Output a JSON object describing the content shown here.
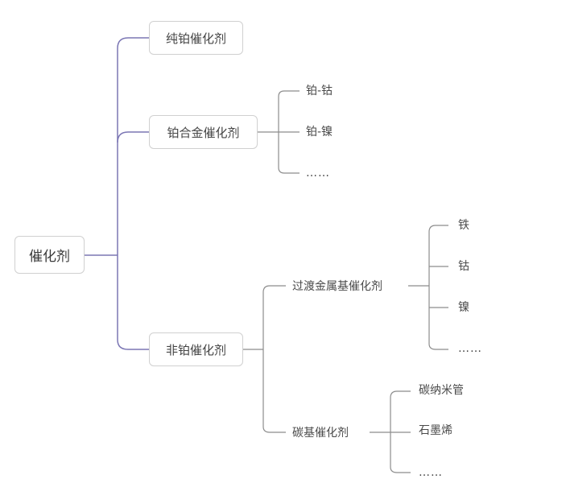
{
  "root": {
    "label": "催化剂"
  },
  "pure_pt": {
    "label": "纯铂催化剂"
  },
  "pt_alloy": {
    "label": "铂合金催化剂",
    "children": [
      "铂-钴",
      "铂-镍",
      "……"
    ]
  },
  "non_pt": {
    "label": "非铂催化剂",
    "transition_metal": {
      "label": "过渡金属基催化剂",
      "children": [
        "铁",
        "钴",
        "镍",
        "……"
      ]
    },
    "carbon": {
      "label": "碳基催化剂",
      "children": [
        "碳纳米管",
        "石墨烯",
        "……"
      ]
    }
  },
  "colors": {
    "main_branch": "#7b76b4",
    "sub_branch": "#8c8c8c",
    "border": "#d0d0d0"
  }
}
